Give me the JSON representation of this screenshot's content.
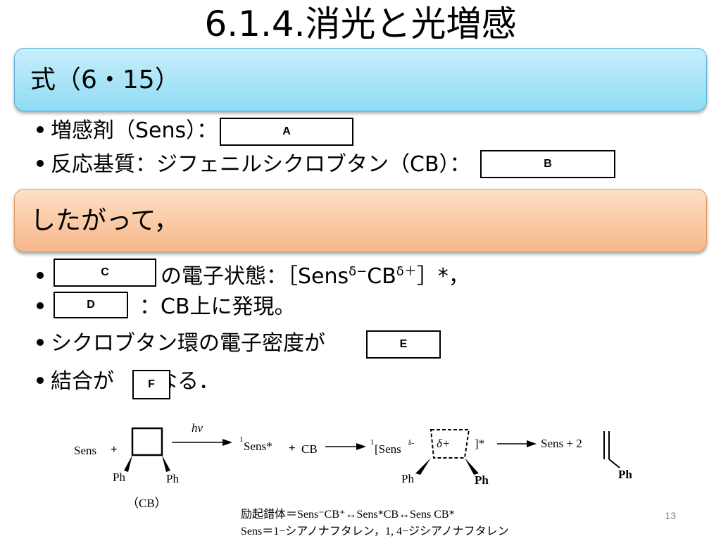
{
  "title": "6.1.4.消光と光増感",
  "banner1": "式（6・15）",
  "banner2": "したがって，",
  "bullets": {
    "b1_text": "増感剤（Sens）：",
    "b2_text": "反応基質：ジフェニルシクロブタン（CB）：",
    "b3_text": "の電子状態：［Sens",
    "b3_sup1": "δ−",
    "b3_mid": "CB",
    "b3_sup2": "δ＋",
    "b3_end": "］*，",
    "b4_text": "：CB上に発現。",
    "b5_text": "シクロブタン環の電子密度が",
    "b6_text": "結合が",
    "b6_end": "なる．"
  },
  "boxes": {
    "A": "A",
    "B": "B",
    "C": "C",
    "D": "D",
    "E": "E",
    "F": "F"
  },
  "scheme": {
    "sens1": "Sens",
    "plus1": "+",
    "ph_l": "Ph",
    "ph_r": "Ph",
    "cb_label": "（CB）",
    "hv": "hν",
    "step1_sup": "1",
    "step1": "Sens*",
    "plus2": "+",
    "cb": "CB",
    "step2_sup": "1",
    "step2": "[Sens",
    "step2_delta_minus": "δ-",
    "delta_plus": "δ+",
    "close": "]*",
    "ph3": "Ph",
    "ph4": "Ph",
    "product": "Sens + 2",
    "ph5": "Ph",
    "line1": "励起錯体＝Sens⁻CB⁺↔Sens*CB↔Sens CB*",
    "line2": "Sens＝1−シアノナフタレン，1, 4−ジシアノナフタレン"
  },
  "page_number": "13"
}
